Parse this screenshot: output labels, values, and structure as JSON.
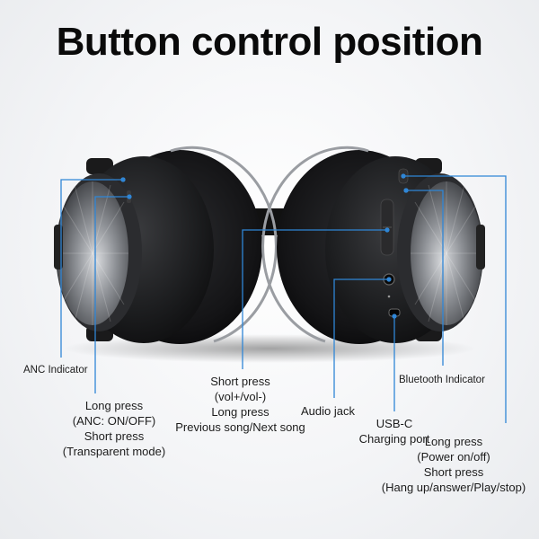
{
  "title": "Button control position",
  "labels": {
    "anc_indicator": "ANC Indicator",
    "anc_button": [
      "Long press",
      "(ANC: ON/OFF)",
      "Short press",
      "(Transparent mode)"
    ],
    "volume_button": [
      "Short press",
      "(vol+/vol-)",
      "Long press",
      "Previous song/Next song"
    ],
    "audio_jack": "Audio jack",
    "usb_c": [
      "USB-C",
      "Charging port"
    ],
    "bluetooth_indicator": "Bluetooth Indicator",
    "power_button": [
      "Long press",
      "(Power on/off)",
      "Short press",
      "(Hang up/answer/Play/stop)"
    ]
  },
  "colors": {
    "callout_line": "#2f86d6",
    "earcup": "#1c1c1e",
    "cushion": "#141416",
    "metal_cap": "#8c8f94",
    "background": "#f2f3f5"
  },
  "icons": {
    "callout_dot": "blue-dot",
    "product": "headphones-earcups"
  }
}
